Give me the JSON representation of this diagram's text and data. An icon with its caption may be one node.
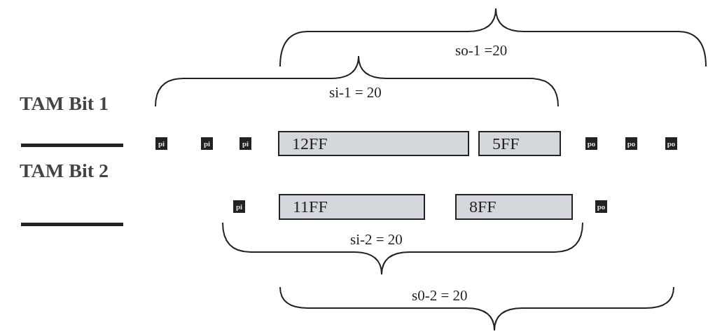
{
  "diagram": {
    "nodes": [
      {
        "text": [
          "pi"
        ]
      },
      {
        "text": [
          "pi"
        ]
      },
      {
        "text": [
          "pi"
        ]
      },
      {
        "text": [
          "12FF"
        ]
      },
      {
        "text": [
          "5FF"
        ]
      },
      {
        "text": [
          "po"
        ]
      },
      {
        "text": [
          "po"
        ]
      },
      {
        "text": [
          "po"
        ]
      },
      {
        "text": [
          "pi"
        ]
      },
      {
        "text": [
          "11FF"
        ]
      },
      {
        "text": [
          "8FF"
        ]
      },
      {
        "text": [
          "po"
        ]
      }
    ],
    "edges": [],
    "labels": [
      "so-1 =20",
      "si-1 = 20",
      "TAM Bit 1",
      "TAM Bit 2",
      "si-2 = 20",
      "s0-2 = 20"
    ]
  }
}
